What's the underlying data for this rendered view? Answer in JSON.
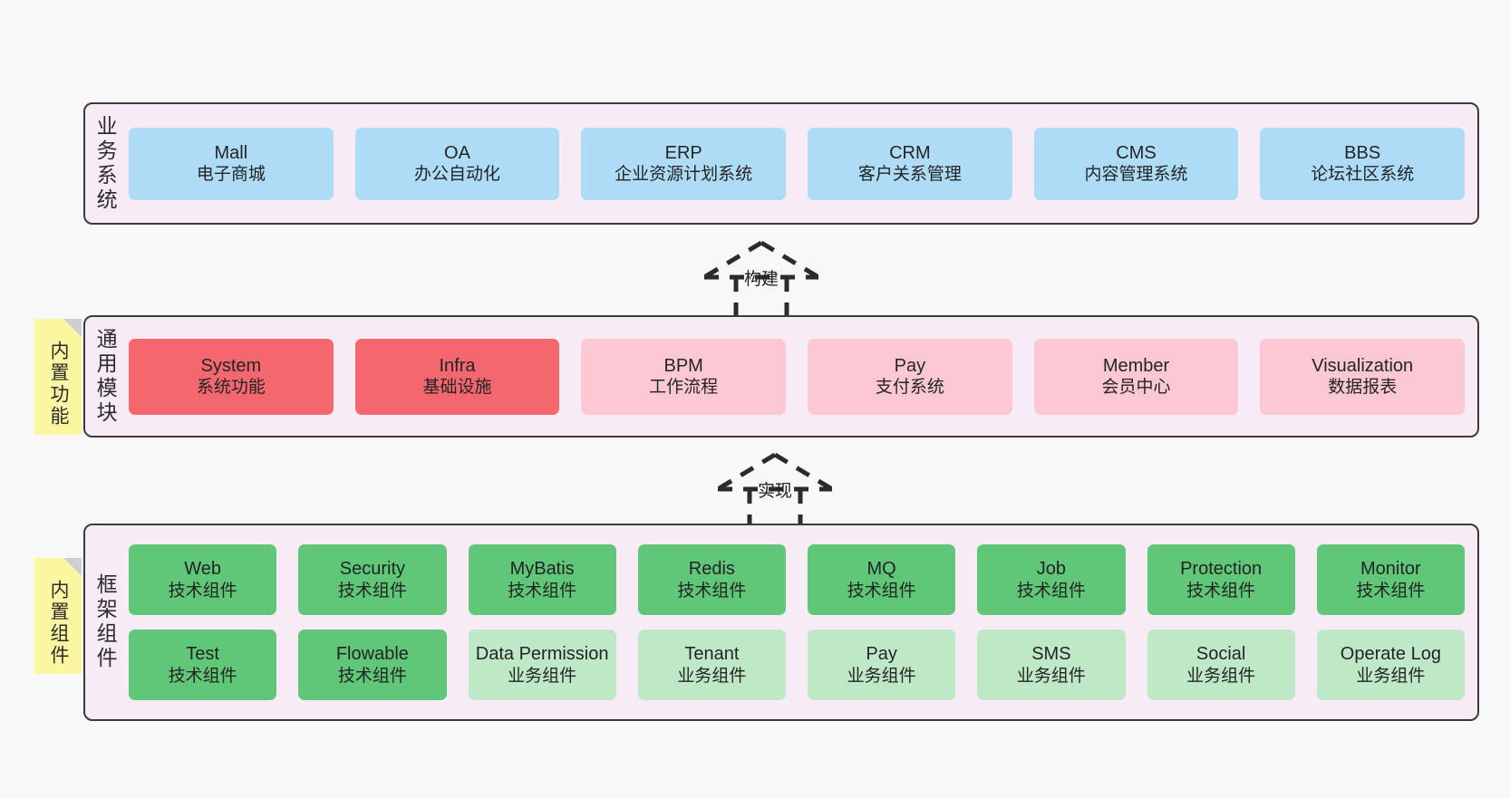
{
  "layers": {
    "business": {
      "title": "业务系统",
      "cards": [
        {
          "name": "Mall",
          "desc": "电子商城"
        },
        {
          "name": "OA",
          "desc": "办公自动化"
        },
        {
          "name": "ERP",
          "desc": "企业资源计划系统"
        },
        {
          "name": "CRM",
          "desc": "客户关系管理"
        },
        {
          "name": "CMS",
          "desc": "内容管理系统"
        },
        {
          "name": "BBS",
          "desc": "论坛社区系统"
        }
      ]
    },
    "modules": {
      "title": "通用模块",
      "note": "内置功能",
      "cards": [
        {
          "name": "System",
          "desc": "系统功能",
          "tone": "c-red"
        },
        {
          "name": "Infra",
          "desc": "基础设施",
          "tone": "c-red"
        },
        {
          "name": "BPM",
          "desc": "工作流程",
          "tone": "c-pink"
        },
        {
          "name": "Pay",
          "desc": "支付系统",
          "tone": "c-pink"
        },
        {
          "name": "Member",
          "desc": "会员中心",
          "tone": "c-pink"
        },
        {
          "name": "Visualization",
          "desc": "数据报表",
          "tone": "c-pink"
        }
      ]
    },
    "framework": {
      "title": "框架组件",
      "note": "内置组件",
      "row1": [
        {
          "name": "Web",
          "desc": "技术组件"
        },
        {
          "name": "Security",
          "desc": "技术组件"
        },
        {
          "name": "MyBatis",
          "desc": "技术组件"
        },
        {
          "name": "Redis",
          "desc": "技术组件"
        },
        {
          "name": "MQ",
          "desc": "技术组件"
        },
        {
          "name": "Job",
          "desc": "技术组件"
        },
        {
          "name": "Protection",
          "desc": "技术组件"
        },
        {
          "name": "Monitor",
          "desc": "技术组件"
        }
      ],
      "row2": [
        {
          "name": "Test",
          "desc": "技术组件",
          "tone": "c-green"
        },
        {
          "name": "Flowable",
          "desc": "技术组件",
          "tone": "c-green"
        },
        {
          "name": "Data Permission",
          "desc": "业务组件",
          "tone": "c-lightgreen"
        },
        {
          "name": "Tenant",
          "desc": "业务组件",
          "tone": "c-lightgreen"
        },
        {
          "name": "Pay",
          "desc": "业务组件",
          "tone": "c-lightgreen"
        },
        {
          "name": "SMS",
          "desc": "业务组件",
          "tone": "c-lightgreen"
        },
        {
          "name": "Social",
          "desc": "业务组件",
          "tone": "c-lightgreen"
        },
        {
          "name": "Operate Log",
          "desc": "业务组件",
          "tone": "c-lightgreen"
        }
      ]
    }
  },
  "connectors": {
    "build": "构建",
    "implement": "实现"
  },
  "colors": {
    "panel_bg": "#f7ebf5",
    "panel_border": "#3b3b3b",
    "blue": "#aedcf7",
    "red": "#f4676f",
    "pink": "#fcc8d3",
    "green": "#5fc777",
    "light_green": "#bfe8c7",
    "note_yellow": "#fbf7a0",
    "note_fold": "#cfcfcf",
    "canvas": "#f8f8f8"
  }
}
